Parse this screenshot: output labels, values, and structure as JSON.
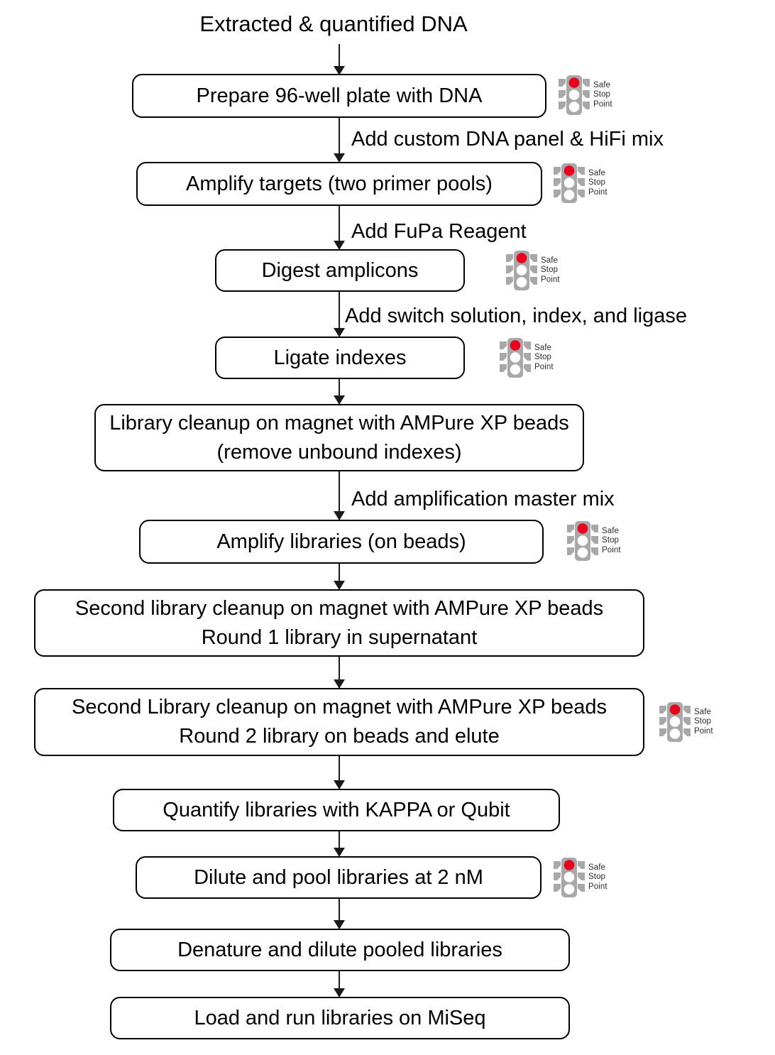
{
  "diagram": {
    "type": "flowchart",
    "orientation": "top-to-bottom",
    "title_caption": "Extracted & quantified DNA",
    "colors": {
      "box_border": "#000000",
      "box_fill": "#ffffff",
      "text": "#000000",
      "arrow": "#1a1a1a",
      "traffic_light_housing": "#a8a8a8",
      "traffic_light_red": "#e8001c",
      "traffic_light_off": "#ffffff",
      "badge_text": "#2b2b2b"
    },
    "badge": {
      "icon": "traffic-light-icon",
      "line1": "Safe",
      "line2": "Stop",
      "line3": "Point"
    },
    "nodes": [
      {
        "id": "n1",
        "label": "Prepare 96-well plate with DNA",
        "safe_stop": true
      },
      {
        "id": "n2",
        "label": "Amplify targets (two primer pools)",
        "safe_stop": true
      },
      {
        "id": "n3",
        "label": "Digest amplicons",
        "safe_stop": true
      },
      {
        "id": "n4",
        "label": "Ligate indexes",
        "safe_stop": true
      },
      {
        "id": "n5",
        "label": "Library cleanup on magnet with AMPure XP beads (remove unbound indexes)",
        "safe_stop": false
      },
      {
        "id": "n6",
        "label": "Amplify libraries (on beads)",
        "safe_stop": true
      },
      {
        "id": "n7",
        "label": "Second library cleanup on magnet with AMPure XP beads Round 1 library in supernatant",
        "safe_stop": false
      },
      {
        "id": "n8",
        "label": "Second Library cleanup on magnet with AMPure XP beads Round 2 library on beads and elute",
        "safe_stop": true
      },
      {
        "id": "n9",
        "label": "Quantify libraries with KAPPA or Qubit",
        "safe_stop": false
      },
      {
        "id": "n10",
        "label": "Dilute and pool libraries at 2 nM",
        "safe_stop": true
      },
      {
        "id": "n11",
        "label": "Denature and dilute pooled libraries",
        "safe_stop": false
      },
      {
        "id": "n12",
        "label": "Load and run libraries on MiSeq",
        "safe_stop": false
      }
    ],
    "edge_labels": [
      {
        "id": "e1",
        "from": "n1",
        "to": "n2",
        "label": "Add custom DNA panel & HiFi mix"
      },
      {
        "id": "e2",
        "from": "n2",
        "to": "n3",
        "label": "Add FuPa Reagent"
      },
      {
        "id": "e3",
        "from": "n3",
        "to": "n4",
        "label": "Add switch solution, index, and ligase"
      },
      {
        "id": "e4",
        "from": "n5",
        "to": "n6",
        "label": "Add amplification master mix"
      }
    ]
  }
}
